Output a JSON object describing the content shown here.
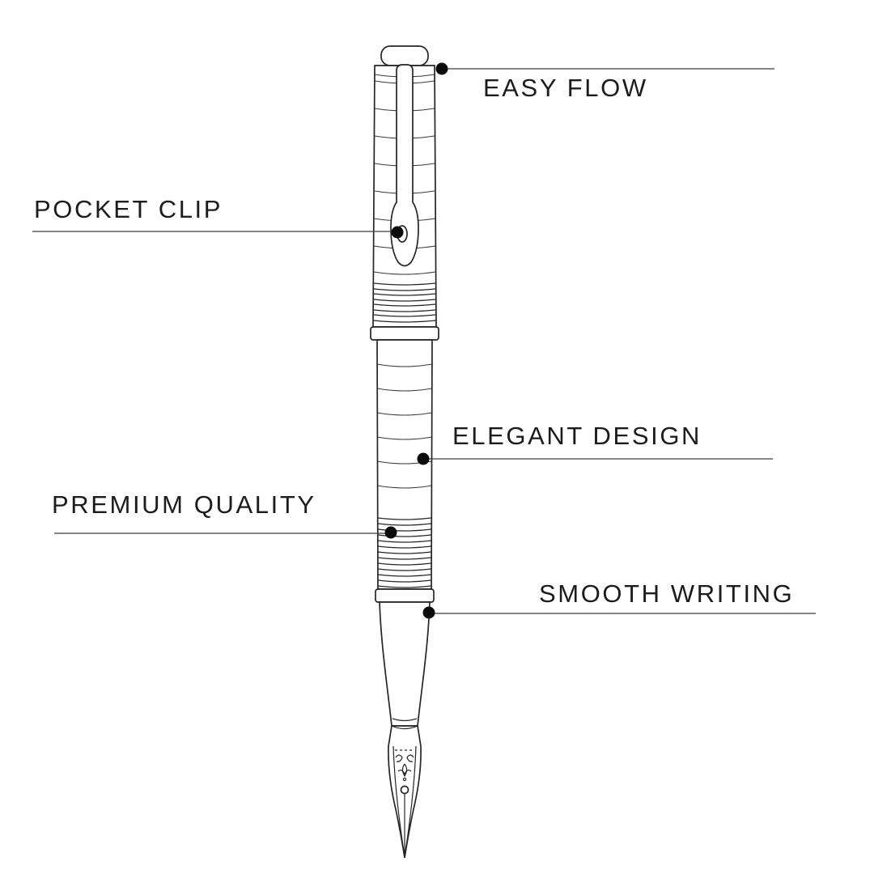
{
  "colors": {
    "background": "#ffffff",
    "ink": "#262626",
    "leader": "#3f3f3f",
    "dot": "#0b0b0b",
    "label": "#1c1c1c"
  },
  "diagram": {
    "subject": "fountain-pen-feature-callouts",
    "labels": [
      {
        "id": "easy-flow",
        "text": "EASY FLOW"
      },
      {
        "id": "pocket-clip",
        "text": "POCKET CLIP"
      },
      {
        "id": "elegant-design",
        "text": "ELEGANT DESIGN"
      },
      {
        "id": "premium-quality",
        "text": "PREMIUM QUALITY"
      },
      {
        "id": "smooth-writing",
        "text": "SMOOTH WRITING"
      }
    ]
  }
}
